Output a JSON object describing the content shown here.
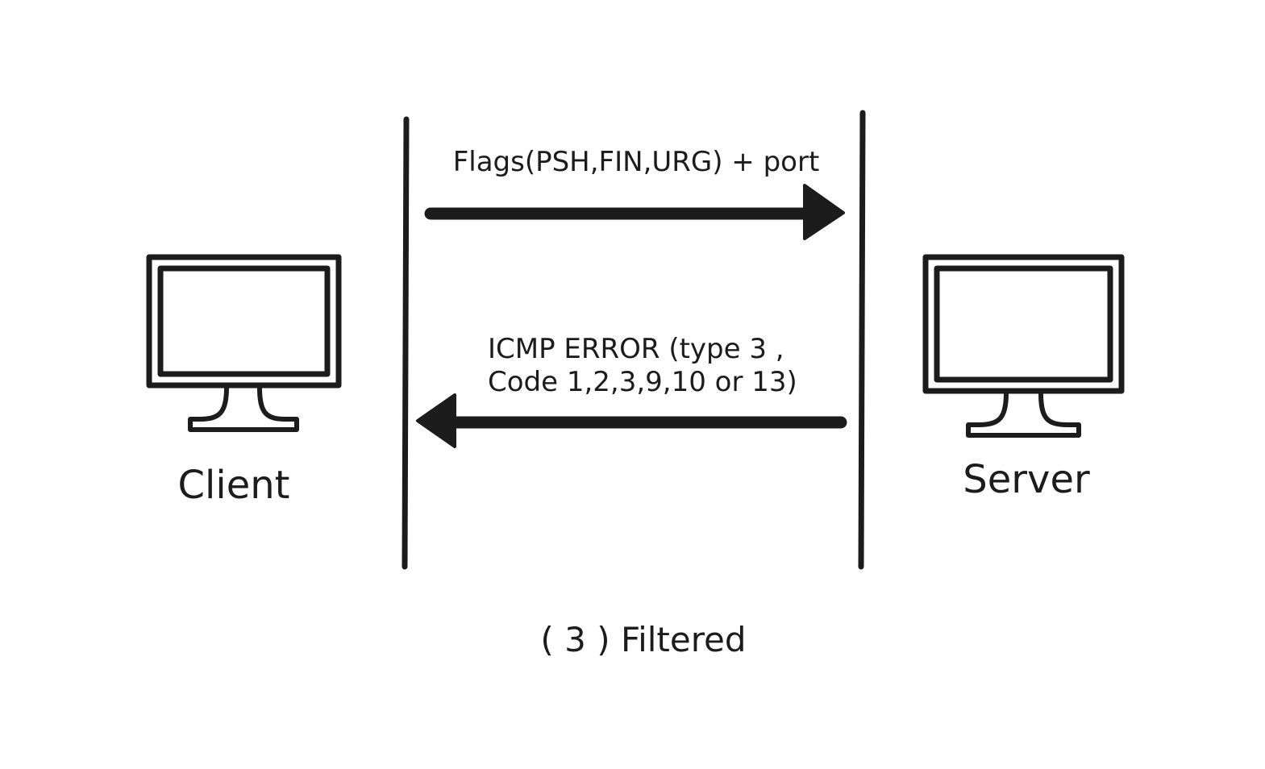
{
  "diagram": {
    "client_label": "Client",
    "server_label": "Server",
    "request_message": "Flags(PSH,FIN,URG) + port",
    "response_message_line1": "ICMP ERROR (type 3 ,",
    "response_message_line2": "Code 1,2,3,9,10 or 13)",
    "caption": "( 3 ) Filtered"
  },
  "colors": {
    "ink": "#1c1c1c",
    "background": "#ffffff"
  },
  "icons": {
    "client": "computer-monitor-icon",
    "server": "computer-monitor-icon"
  }
}
